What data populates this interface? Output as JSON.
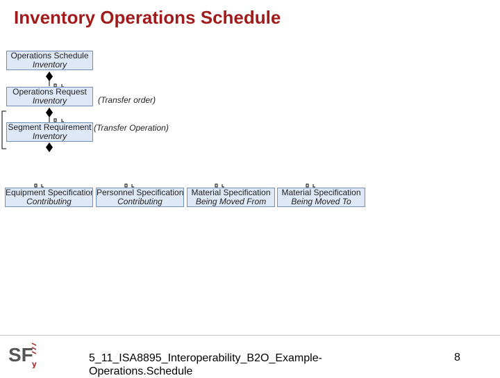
{
  "slide": {
    "title": "Inventory Operations Schedule",
    "footer_text": "5_11_ISA8895_Interoperability_B2O_Example-Operations.Schedule",
    "page_number": "8",
    "logo_text": "SF",
    "title_color": "#a01b1b"
  },
  "diagram": {
    "box_fill": "#dfe8f6",
    "box_border": "#6f8fb8",
    "nodes": [
      {
        "line1": "Operations Schedule",
        "line2": "Inventory"
      },
      {
        "line1": "Operations Request",
        "line2": "Inventory"
      },
      {
        "line1": "Segment Requirement",
        "line2": "Inventory"
      },
      {
        "line1": "Equipment Specification",
        "line2": "Contributing"
      },
      {
        "line1": "Personnel Specification",
        "line2": "Contributing"
      },
      {
        "line1": "Material Specification",
        "line2": "Being Moved From"
      },
      {
        "line1": "Material Specification",
        "line2": "Being Moved To"
      }
    ],
    "notes": [
      "(Transfer order)",
      "(Transfer Operation)"
    ]
  }
}
